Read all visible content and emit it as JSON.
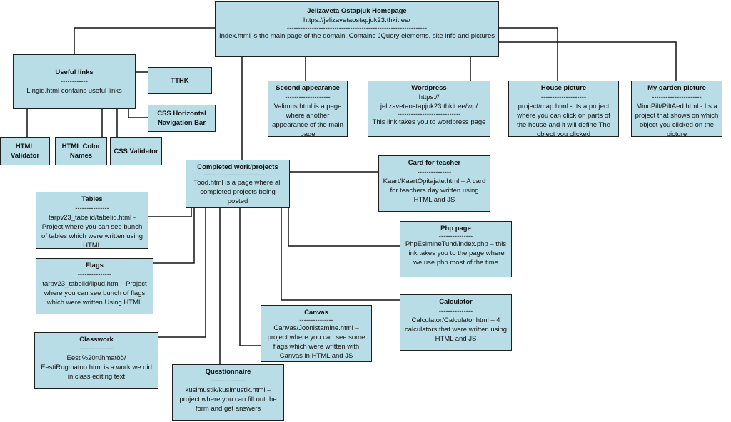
{
  "nodes": {
    "homepage": {
      "title": "Jelizaveta Ostapjuk Homepage",
      "url": "https://jelizavetaostapjuk23.thkit.ee/",
      "divider": "--------------------------------------------------------------",
      "text": "Index.html is the main page of the domain. Contains JQuery elements, site info and pictures"
    },
    "useful_links": {
      "title": "Useful links",
      "divider": "------------",
      "text": "Lingid.html contains useful links"
    },
    "tthk": {
      "title": "TTHK"
    },
    "css_nav": {
      "title": "CSS Horizontal Navigation Bar"
    },
    "html_validator": {
      "title": "HTML Validator"
    },
    "html_color_names": {
      "title": "HTML Color Names"
    },
    "css_validator": {
      "title": "CSS Validator"
    },
    "second_appearance": {
      "title": "Second appearance",
      "divider": "--------------------",
      "text": "Valimus.html is a page where another appearance of the main page"
    },
    "wordpress": {
      "title": "Wordpress",
      "url": "https://\njelizavetaostapjuk23.thkit.ee/wp/",
      "divider": "----------------------------",
      "text": "This link takes you to wordpress page"
    },
    "house_picture": {
      "title": "House picture",
      "divider": "--------------------",
      "text": "project/map.html - Its a project where you can click on parts of the house and it will define The object you clicked"
    },
    "garden_picture": {
      "title": "My garden picture",
      "divider": "----------------------",
      "text": "MinuPilt/PiltAed.html - Its a project that shows on which object you clicked on the picture"
    },
    "completed": {
      "title": "Completed work/projects",
      "divider": "------------------------------",
      "text": "Tood.html is a page where all completed projects being posted"
    },
    "card_teacher": {
      "title": "Card for teacher",
      "divider": "---------------",
      "text": "Kaart/KaartOpitajate.html – A card for teachers day written using HTML and JS"
    },
    "php_page": {
      "title": "Php page",
      "divider": "---------------",
      "text": "PhpEsimineTund/index.php – this link takes you to the page where we use php most of the time"
    },
    "calculator": {
      "title": "Calculator",
      "divider": "---------------",
      "text": "Calculator/Calculator.html – 4 calculators that were written using HTML and JS"
    },
    "canvas": {
      "title": "Canvas",
      "divider": "---------------",
      "text": "Canvas/Joonistamine.html – project where you can see some flags which were written with Canvas in HTML and JS"
    },
    "tables": {
      "title": "Tables",
      "divider": "---------------",
      "text": "tarpv23_tabelid/tabelid.html - Project where you can see bunch of tables which were written using HTML"
    },
    "flags": {
      "title": "Flags",
      "divider": "---------------",
      "text": "tarpv23_tabelid/lipud.html - Project where you can see bunch of flags which were written Using HTML"
    },
    "classwork": {
      "title": "Classwork",
      "divider": "---------------",
      "text": "Eesti%20rühmatöö/\nEestiRugmatoo.html is a work we did in class editing text"
    },
    "questionnaire": {
      "title": "Questionnaire",
      "divider": "---------------",
      "text": "kusimustik/kusimustik.html – project where you can fill out the form and get answers"
    }
  }
}
